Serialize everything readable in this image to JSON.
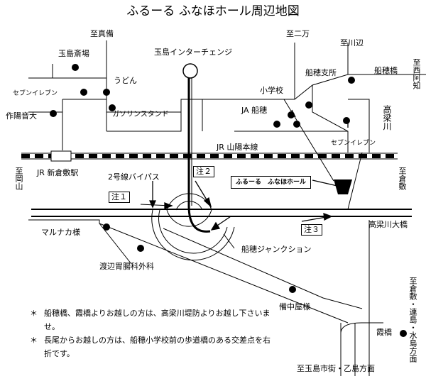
{
  "title": "ふるーる ふなほホール周辺地図",
  "directions": {
    "to_maki": "至真備",
    "to_nimai": "至二万",
    "to_kawabe": "至川辺",
    "to_nishiachi": "至西阿知",
    "to_okayama": "至岡山",
    "to_kurashiki": "至倉敷",
    "to_kurashiki_renjima": "至倉敷・連島・水島方面",
    "to_tamashima": "至玉島市街・乙島方面"
  },
  "landmarks": {
    "tamashima_saijo": "玉島斎場",
    "udon": "うどん",
    "seven_eleven_1": "セブンイレブン",
    "sakuyo": "作陽音大",
    "gas_station": "ガソリンスタンド",
    "ja_funaho": "JA 船穂",
    "elementary_school": "小学校",
    "funaho_branch": "船穂支所",
    "funaho_bridge": "船穂橋",
    "takahashi_river": "高梁川",
    "seven_eleven_2": "セブンイレブン",
    "tamashima_ic": "玉島インターチェンジ",
    "jr_sanyo": "JR 山陽本線",
    "jr_shinkurashiki": "JR 新倉敷駅",
    "bypass": "2号線バイパス",
    "hall": "ふるーる　ふなほホール",
    "marunaka": "マルナカ様",
    "takahashi_bridge": "高梁川大橋",
    "funaho_junction": "船穂ジャンクション",
    "watanabe_clinic": "渡辺胃腸科外科",
    "bicchuya": "備中屋様",
    "kasumi_bridge": "霞橋"
  },
  "notes_labels": {
    "note1": "注１",
    "note2": "注２",
    "note3": "注３"
  },
  "notes": [
    {
      "mark": "＊",
      "text": "船穂橋、霞橋よりお越しの方は、高梁川堤防よりお越し下さいませ。"
    },
    {
      "mark": "＊",
      "text": "長尾からお越しの方は、船穂小学校前の歩道橋のある交差点を右折です。"
    }
  ]
}
